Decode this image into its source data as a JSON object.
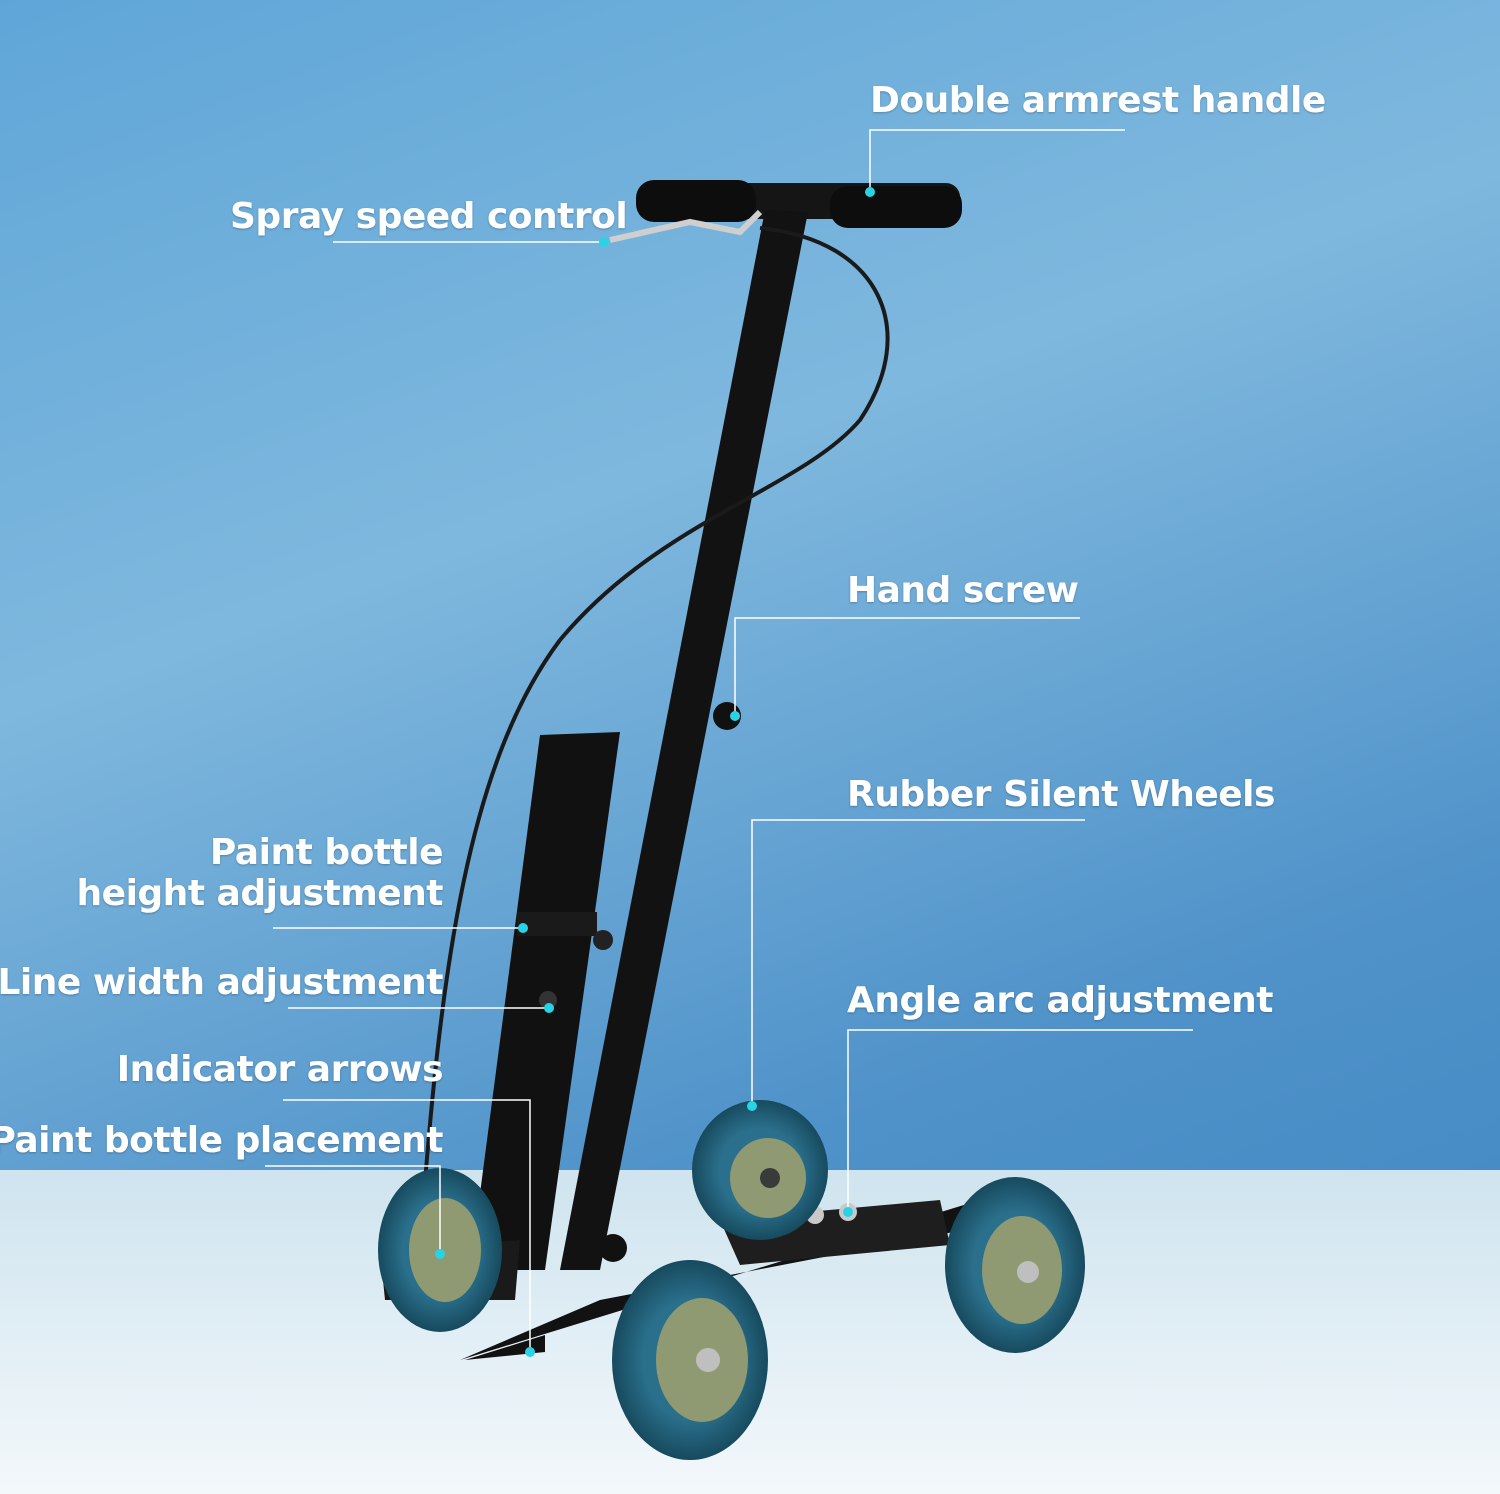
{
  "colors": {
    "callout_line": "#ffffff",
    "callout_dot": "#29d3e6",
    "frame": "#111111",
    "wheel_tire": "#1f5f78",
    "wheel_hub": "#8f9a72",
    "floor": "#dcecf4"
  },
  "callouts": {
    "double_armrest_handle": "Double armrest handle",
    "spray_speed_control": "Spray speed control",
    "hand_screw": "Hand screw",
    "rubber_silent_wheels": "Rubber Silent Wheels",
    "paint_bottle_height_line1": "Paint bottle",
    "paint_bottle_height_line2": "height adjustment",
    "line_width_adjustment": "Line width adjustment",
    "angle_arc_adjustment": "Angle arc adjustment",
    "indicator_arrows": "Indicator arrows",
    "paint_bottle_placement": "Paint bottle placement"
  }
}
